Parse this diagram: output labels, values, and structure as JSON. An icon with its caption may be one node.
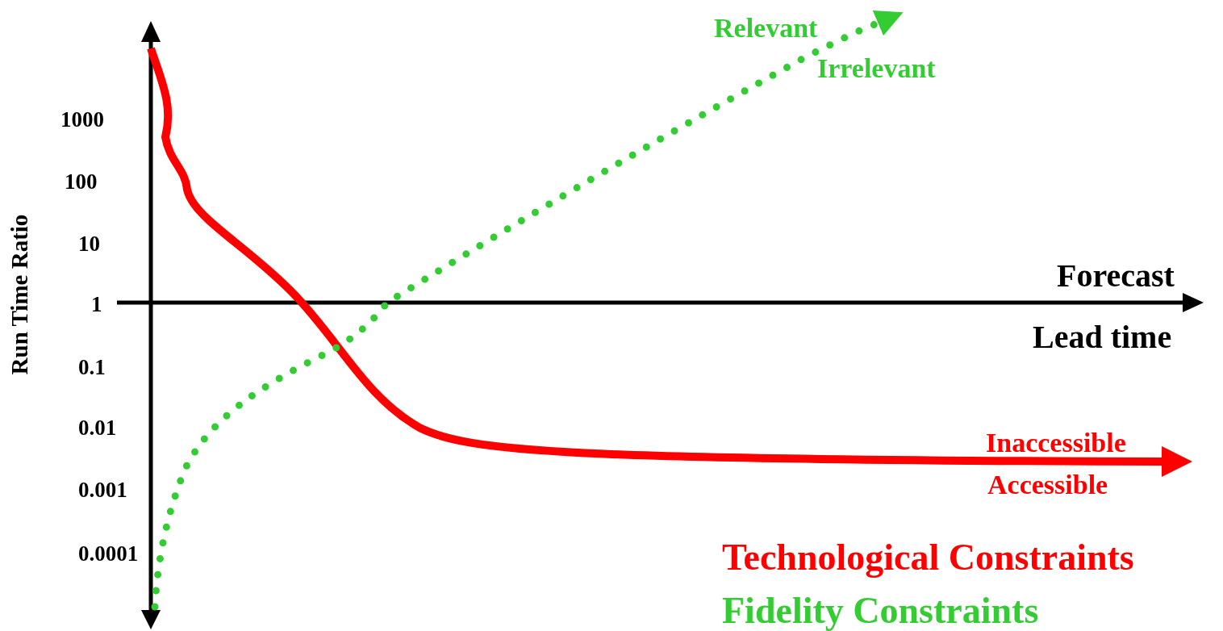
{
  "diagram": {
    "labels": [
      "Relevant",
      "Irrelevant",
      "1000",
      "100",
      "10",
      "Forecast",
      "1",
      "Lead time",
      "0.1",
      "Run Time Ratio",
      "0.01",
      "Inaccessible",
      "0.001",
      "Accessible",
      "0.0001",
      "Technological Constraints",
      "Fidelity Constraints"
    ]
  }
}
